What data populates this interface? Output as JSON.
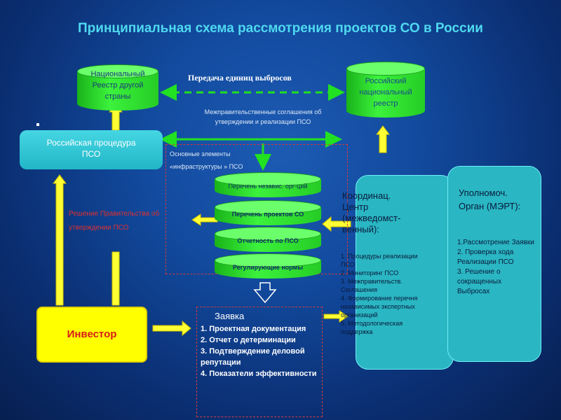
{
  "title": "Принципиальная схема рассмотрения проектов СО в России",
  "national_registry_other": "Национальный Реестр другой страны",
  "russian_registry": "Российский национальный реестр",
  "transfer_label": "Передача единиц выбросов",
  "intergov_label": "Межправительственные соглашения об утверждении и реализации ПСО",
  "russian_procedure": "Российская процедура ПСО",
  "infra_label": "Основные элементы «инфраструктуры » ПСО",
  "stack": [
    "Перечень независ. орг-ций",
    "Перечень проектов СО",
    "Отчетность по ПСО",
    "Регулирующие нормы"
  ],
  "gov_decision": "Решение Правительства об утверждении ПСО",
  "investor": "Инвестор",
  "application": {
    "title": "Заявка",
    "items": [
      "1.  Проектная документация",
      "2. Отчет о детерминации",
      "3. Подтверждение деловой репутации",
      "4. Показатели эффективности"
    ]
  },
  "coordination": {
    "title": "Координац. Центр (межведомст-венный):",
    "items": [
      "1.       Процедуры реализации ПСО",
      "2. Мониторинг ПСО",
      "3. Межправительств. Соглашения",
      "4. Формирование перечня независимых экспертных организаций",
      "5. Методологическая поддержка"
    ]
  },
  "authority": {
    "title": "Уполномоч. Орган (МЭРТ):",
    "items": [
      "1.Рассмотрение Заявки",
      "2. Проверка хода Реализации ПСО",
      "3. Решение о сокращенных Выбросах"
    ]
  },
  "colors": {
    "background": "#124a9e",
    "title": "#4fd9f0",
    "arrow_yellow": "#ffff33",
    "arrow_green": "#22e022",
    "investor": "#ffff00",
    "cyan_box": "#2ab6c2",
    "red_text": "#e03030"
  }
}
